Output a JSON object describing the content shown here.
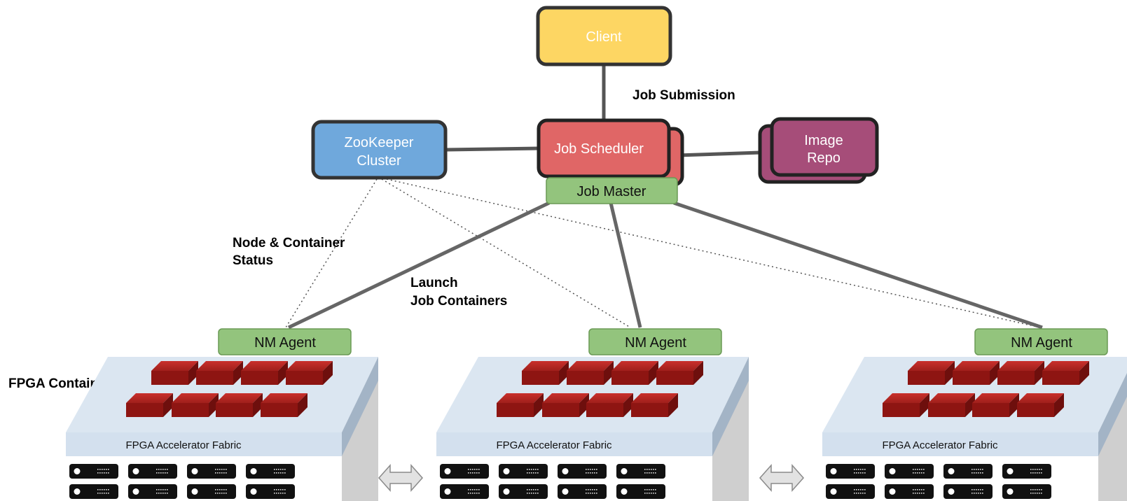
{
  "nodes": {
    "client": "Client",
    "zookeeper": [
      "ZooKeeper",
      "Cluster"
    ],
    "job_scheduler": "Job Scheduler",
    "image_repo": [
      "Image",
      "Repo"
    ],
    "job_master": "Job Master",
    "nm_agent": "NM Agent"
  },
  "labels": {
    "job_submission": "Job Submission",
    "node_container_status": [
      "Node & Container",
      "Status"
    ],
    "launch_job_containers": [
      "Launch",
      "Job Containers"
    ],
    "fpga_containers": "FPGA Containers",
    "fpga_fabric": "FPGA Accelerator Fabric"
  },
  "server_racks": 3,
  "fpga_blocks_per_rack": 8,
  "colors": {
    "client": "#fdd663",
    "zookeeper": "#6fa8dc",
    "job_scheduler": "#e06666",
    "image_repo": "#a64d79",
    "agent_green": "#93c47d",
    "fpga_red": "#a61c1c",
    "fabric_blue": "#d6e3f0",
    "box_border": "#333333"
  }
}
